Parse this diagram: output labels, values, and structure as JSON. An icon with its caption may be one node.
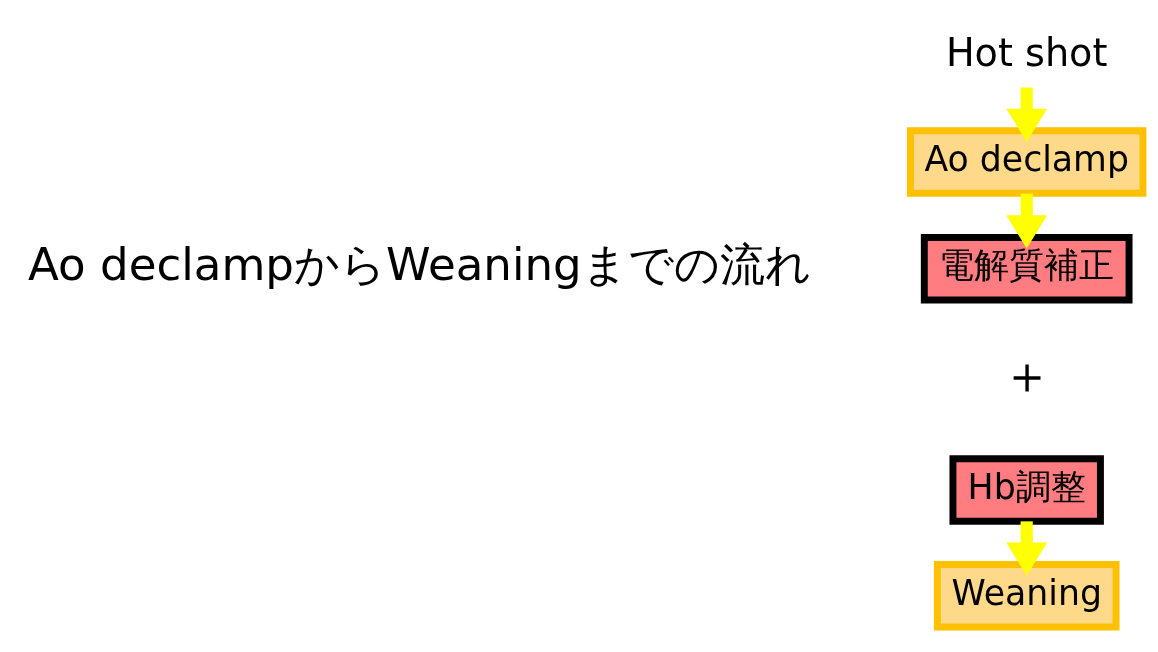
{
  "diagram": {
    "nodes": [
      {
        "text": [
          "Hot shot"
        ]
      },
      {
        "text": [
          "Ao declamp"
        ]
      },
      {
        "text": [
          "電解質補正"
        ]
      },
      {
        "text": [
          "Hb調整"
        ]
      },
      {
        "text": [
          "Weaning"
        ]
      }
    ],
    "edges": [
      {
        "from": 0,
        "to": 1,
        "arrow": "to"
      },
      {
        "from": 1,
        "to": 2,
        "arrow": "to"
      },
      {
        "from": 3,
        "to": 4,
        "arrow": "to"
      }
    ],
    "labels": [
      "Ao declampからWeaningまでの流れ",
      "＋"
    ]
  }
}
